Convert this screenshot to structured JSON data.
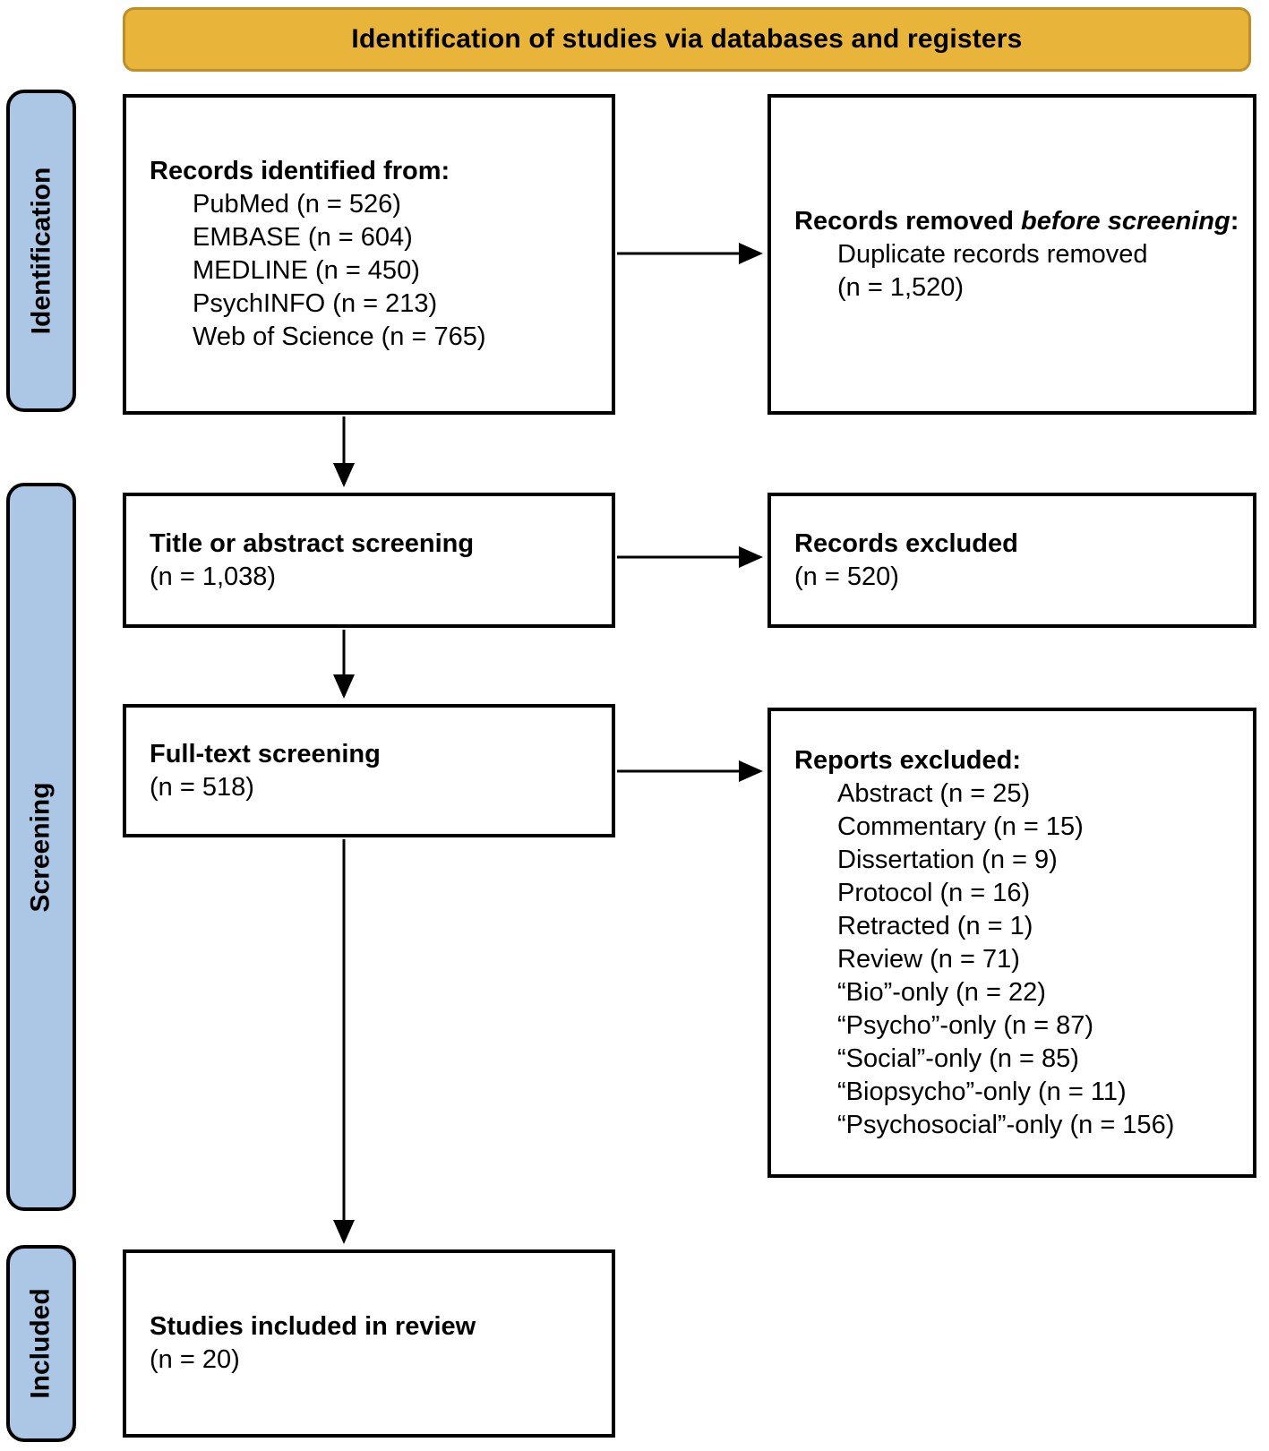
{
  "banner": {
    "title": "Identification of studies via databases and registers"
  },
  "sidebar": {
    "labels": [
      {
        "id": "identification",
        "text": "Identification"
      },
      {
        "id": "screening",
        "text": "Screening"
      },
      {
        "id": "included",
        "text": "Included"
      }
    ]
  },
  "boxes": {
    "records_identified": {
      "heading": "Records identified from:",
      "items": [
        "PubMed (n = 526)",
        "EMBASE (n = 604)",
        "MEDLINE (n = 450)",
        "PsychINFO (n = 213)",
        "Web of Science (n = 765)"
      ]
    },
    "records_removed": {
      "heading_prefix": "Records removed ",
      "heading_emphasis": "before screening",
      "heading_suffix": ":",
      "items": [
        "Duplicate records removed",
        "(n = 1,520)"
      ]
    },
    "title_abstract_screening": {
      "heading": "Title or abstract screening",
      "count": "(n = 1,038)"
    },
    "records_excluded": {
      "heading": "Records excluded",
      "count": "(n = 520)"
    },
    "fulltext_screening": {
      "heading": "Full-text screening",
      "count": "(n = 518)"
    },
    "reports_excluded": {
      "heading": "Reports excluded:",
      "items": [
        "Abstract (n = 25)",
        "Commentary (n = 15)",
        "Dissertation (n = 9)",
        "Protocol (n = 16)",
        "Retracted (n = 1)",
        "Review (n = 71)",
        "“Bio”-only (n = 22)",
        "“Psycho”-only (n = 87)",
        "“Social”-only (n = 85)",
        "“Biopsycho”-only (n = 11)",
        "“Psychosocial”-only (n = 156)"
      ]
    },
    "studies_included": {
      "heading": "Studies included in review",
      "count": "(n = 20)"
    }
  },
  "colors": {
    "banner_fill": "#E8B43A",
    "banner_border": "#BE8E29",
    "sidebar_fill": "#ACC6E6",
    "sidebar_border": "#000000",
    "box_border": "#000000",
    "arrow": "#000000"
  }
}
